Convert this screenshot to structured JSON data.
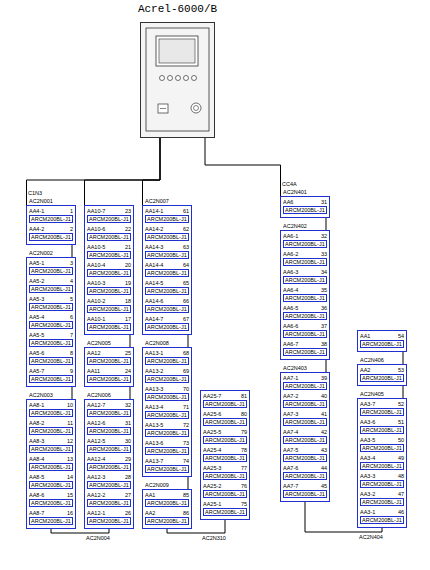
{
  "diagram": {
    "nodes": [
      {
        "text": [
          "Acrel-6000/B"
        ]
      },
      {
        "text": [
          "AC2N001"
        ]
      },
      {
        "text": [
          "AA4-1",
          "1",
          "ARCM200BL-J1"
        ],
        "in": 1
      },
      {
        "text": [
          "AA4-2",
          "2",
          "ARCM200BL-J1"
        ],
        "in": 1
      },
      {
        "text": [
          "AC2N002"
        ]
      },
      {
        "text": [
          "AA5-1",
          "3",
          "ARCM200BL-J1"
        ],
        "in": 4
      },
      {
        "text": [
          "AA5-2",
          "4",
          "ARCM200BL-J1"
        ],
        "in": 4
      },
      {
        "text": [
          "AA5-3",
          "5",
          "ARCM200BL-J1"
        ],
        "in": 4
      },
      {
        "text": [
          "AA5-4",
          "6",
          "ARCM200BL-J1"
        ],
        "in": 4
      },
      {
        "text": [
          "AA5-5",
          "7",
          "ARCM200BL-J1"
        ],
        "in": 4
      },
      {
        "text": [
          "AA5-6",
          "8",
          "ARCM200BL-J1"
        ],
        "in": 4
      },
      {
        "text": [
          "AA5-7",
          "9",
          "ARCM200BL-J1"
        ],
        "in": 4
      },
      {
        "text": [
          "AC2N003"
        ]
      },
      {
        "text": [
          "AA8-1",
          "10",
          "ARCM200BL-J1"
        ],
        "in": 12
      },
      {
        "text": [
          "AA8-2",
          "11",
          "ARCM200BL-J1"
        ],
        "in": 12
      },
      {
        "text": [
          "AA8-3",
          "12",
          "ARCM200BL-J1"
        ],
        "in": 12
      },
      {
        "text": [
          "AA8-4",
          "13",
          "ARCM200BL-J1"
        ],
        "in": 12
      },
      {
        "text": [
          "AA8-5",
          "14",
          "ARCM200BL-J1"
        ],
        "in": 12
      },
      {
        "text": [
          "AA8-6",
          "15",
          "ARCM200BL-J1"
        ],
        "in": 12
      },
      {
        "text": [
          "AA8-7",
          "16",
          "ARCM200BL-J1"
        ],
        "in": 12
      },
      {
        "text": []
      },
      {
        "text": [
          "AA10-7",
          "23",
          "ARCM200BL-J1"
        ],
        "in": 20
      },
      {
        "text": [
          "AA10-6",
          "22",
          "ARCM200BL-J1"
        ],
        "in": 20
      },
      {
        "text": [
          "AA10-5",
          "21",
          "ARCM200BL-J1"
        ],
        "in": 20
      },
      {
        "text": [
          "AA10-4",
          "20",
          "ARCM200BL-J1"
        ],
        "in": 20
      },
      {
        "text": [
          "AA10-3",
          "19",
          "ARCM200BL-J1"
        ],
        "in": 20
      },
      {
        "text": [
          "AA10-2",
          "18",
          "ARCM200BL-J1"
        ],
        "in": 20
      },
      {
        "text": [
          "AA10-1",
          "17",
          "ARCM200BL-J1"
        ],
        "in": 20
      },
      {
        "text": [
          "AC2N005"
        ]
      },
      {
        "text": [
          "AA12",
          "25",
          "ARCM200BL-J1"
        ],
        "in": 28
      },
      {
        "text": [
          "AA11",
          "24",
          "ARCM200BL-J1"
        ],
        "in": 28
      },
      {
        "text": [
          "AC2N006"
        ]
      },
      {
        "text": [
          "AA12-7",
          "32",
          "ARCM200BL-J1"
        ],
        "in": 31
      },
      {
        "text": [
          "AA12-6",
          "31",
          "ARCM200BL-J1"
        ],
        "in": 31
      },
      {
        "text": [
          "AA12-5",
          "30",
          "ARCM200BL-J1"
        ],
        "in": 31
      },
      {
        "text": [
          "AA12-4",
          "29",
          "ARCM200BL-J1"
        ],
        "in": 31
      },
      {
        "text": [
          "AA12-3",
          "28",
          "ARCM200BL-J1"
        ],
        "in": 31
      },
      {
        "text": [
          "AA12-2",
          "27",
          "ARCM200BL-J1"
        ],
        "in": 31
      },
      {
        "text": [
          "AA12-1",
          "26",
          "ARCM200BL-J1"
        ],
        "in": 31
      },
      {
        "text": [
          "AC2N007"
        ]
      },
      {
        "text": [
          "AA14-1",
          "61",
          "ARCM200BL-J1"
        ],
        "in": 39
      },
      {
        "text": [
          "AA14-2",
          "62",
          "ARCM200BL-J1"
        ],
        "in": 39
      },
      {
        "text": [
          "AA14-3",
          "63",
          "ARCM200BL-J1"
        ],
        "in": 39
      },
      {
        "text": [
          "AA14-4",
          "64",
          "ARCM200BL-J1"
        ],
        "in": 39
      },
      {
        "text": [
          "AA14-5",
          "65",
          "ARCM200BL-J1"
        ],
        "in": 39
      },
      {
        "text": [
          "AA14-6",
          "66",
          "ARCM200BL-J1"
        ],
        "in": 39
      },
      {
        "text": [
          "AA14-7",
          "67",
          "ARCM200BL-J1"
        ],
        "in": 39
      },
      {
        "text": [
          "AC2N008"
        ]
      },
      {
        "text": [
          "AA13-1",
          "68",
          "ARCM200BL-J1"
        ],
        "in": 47
      },
      {
        "text": [
          "AA13-2",
          "69",
          "ARCM200BL-J1"
        ],
        "in": 47
      },
      {
        "text": [
          "AA13-3",
          "70",
          "ARCM200BL-J1"
        ],
        "in": 47
      },
      {
        "text": [
          "AA13-4",
          "71",
          "ARCM200BL-J1"
        ],
        "in": 47
      },
      {
        "text": [
          "AA13-5",
          "72",
          "ARCM200BL-J1"
        ],
        "in": 47
      },
      {
        "text": [
          "AA13-6",
          "73",
          "ARCM200BL-J1"
        ],
        "in": 47
      },
      {
        "text": [
          "AA13-7",
          "74",
          "ARCM200BL-J1"
        ],
        "in": 47
      },
      {
        "text": [
          "AC2N009"
        ]
      },
      {
        "text": [
          "AA1",
          "85",
          "ARCM200BL-J1"
        ],
        "in": 55
      },
      {
        "text": [
          "AA2",
          "86",
          "ARCM200BL-J1"
        ],
        "in": 55
      },
      {
        "text": []
      },
      {
        "text": [
          "AA25-7",
          "81",
          "ARCM200BL-J1"
        ],
        "in": 58
      },
      {
        "text": [
          "AA25-6",
          "80",
          "ARCM200BL-J1"
        ],
        "in": 58
      },
      {
        "text": [
          "AA25-5",
          "79",
          "ARCM200BL-J1"
        ],
        "in": 58
      },
      {
        "text": [
          "AA25-4",
          "78",
          "ARCM200BL-J1"
        ],
        "in": 58
      },
      {
        "text": [
          "AA25-3",
          "77",
          "ARCM200BL-J1"
        ],
        "in": 58
      },
      {
        "text": [
          "AA25-2",
          "76",
          "ARCM200BL-J1"
        ],
        "in": 58
      },
      {
        "text": [
          "AA25-1",
          "75",
          "ARCM200BL-J1"
        ],
        "in": 58
      },
      {
        "text": [
          "AC2N401"
        ]
      },
      {
        "text": [
          "AA6",
          "31",
          "ARCM200BL-J1"
        ],
        "in": 66
      },
      {
        "text": [
          "AC2N402"
        ]
      },
      {
        "text": [
          "AA6-1",
          "32",
          "ARCM200BL-J1"
        ],
        "in": 68
      },
      {
        "text": [
          "AA6-2",
          "33",
          "ARCM200BL-J1"
        ],
        "in": 68
      },
      {
        "text": [
          "AA6-3",
          "34",
          "ARCM200BL-J1"
        ],
        "in": 68
      },
      {
        "text": [
          "AA6-4",
          "35",
          "ARCM200BL-J1"
        ],
        "in": 68
      },
      {
        "text": [
          "AA6-5",
          "36",
          "ARCM200BL-J1"
        ],
        "in": 68
      },
      {
        "text": [
          "AA6-6",
          "37",
          "ARCM200BL-J1"
        ],
        "in": 68
      },
      {
        "text": [
          "AA6-7",
          "38",
          "ARCM200BL-J1"
        ],
        "in": 68
      },
      {
        "text": [
          "AC2N403"
        ]
      },
      {
        "text": [
          "AA7-1",
          "39",
          "ARCM200BL-J1"
        ],
        "in": 76
      },
      {
        "text": [
          "AA7-2",
          "40",
          "ARCM200BL-J1"
        ],
        "in": 76
      },
      {
        "text": [
          "AA7-3",
          "41",
          "ARCM200BL-J1"
        ],
        "in": 76
      },
      {
        "text": [
          "AA7-4",
          "42",
          "ARCM200BL-J1"
        ],
        "in": 76
      },
      {
        "text": [
          "AA7-5",
          "43",
          "ARCM200BL-J1"
        ],
        "in": 76
      },
      {
        "text": [
          "AA7-6",
          "44",
          "ARCM200BL-J1"
        ],
        "in": 76
      },
      {
        "text": [
          "AA7-7",
          "45",
          "ARCM200BL-J1"
        ],
        "in": 76
      },
      {
        "text": []
      },
      {
        "text": [
          "AA1",
          "54",
          "ARCM200BL-J1"
        ],
        "in": 84
      },
      {
        "text": [
          "AC2N406"
        ]
      },
      {
        "text": [
          "AA2",
          "53",
          "ARCM200BL-J1"
        ],
        "in": 86
      },
      {
        "text": [
          "AC2N405"
        ]
      },
      {
        "text": [
          "AA3-7",
          "52",
          "ARCM200BL-J1"
        ],
        "in": 88
      },
      {
        "text": [
          "AA3-6",
          "51",
          "ARCM200BL-J1"
        ],
        "in": 88
      },
      {
        "text": [
          "AA3-5",
          "50",
          "ARCM200BL-J1"
        ],
        "in": 88
      },
      {
        "text": [
          "AA3-4",
          "49",
          "ARCM200BL-J1"
        ],
        "in": 88
      },
      {
        "text": [
          "AA3-3",
          "48",
          "ARCM200BL-J1"
        ],
        "in": 88
      },
      {
        "text": [
          "AA3-2",
          "47",
          "ARCM200BL-J1"
        ],
        "in": 88
      },
      {
        "text": [
          "AA3-1",
          "46",
          "ARCM200BL-J1"
        ],
        "in": 88
      }
    ],
    "edges": [
      {
        "from": 0,
        "to": 1,
        "arrow": "none"
      },
      {
        "from": 0,
        "to": 20,
        "arrow": "none"
      },
      {
        "from": 0,
        "to": 39,
        "arrow": "none"
      },
      {
        "from": 0,
        "to": 66,
        "arrow": "none"
      },
      {
        "from": 1,
        "to": 4,
        "arrow": "none"
      },
      {
        "from": 4,
        "to": 12,
        "arrow": "none"
      },
      {
        "from": 20,
        "to": 28,
        "arrow": "none"
      },
      {
        "from": 28,
        "to": 31,
        "arrow": "none"
      },
      {
        "from": 39,
        "to": 47,
        "arrow": "none"
      },
      {
        "from": 47,
        "to": 55,
        "arrow": "none"
      },
      {
        "from": 66,
        "to": 68,
        "arrow": "none"
      },
      {
        "from": 68,
        "to": 76,
        "arrow": "none"
      },
      {
        "from": 84,
        "to": 86,
        "arrow": "none"
      },
      {
        "from": 86,
        "to": 88,
        "arrow": "none"
      },
      {
        "from": 12,
        "to": 31,
        "arrow": "none"
      },
      {
        "from": 55,
        "to": 58,
        "arrow": "none"
      },
      {
        "from": 76,
        "to": 88,
        "arrow": "none"
      }
    ],
    "labels": [
      "C1N3",
      "CC4A",
      "AC2N004",
      "AC2N310",
      "AC2N404"
    ]
  }
}
